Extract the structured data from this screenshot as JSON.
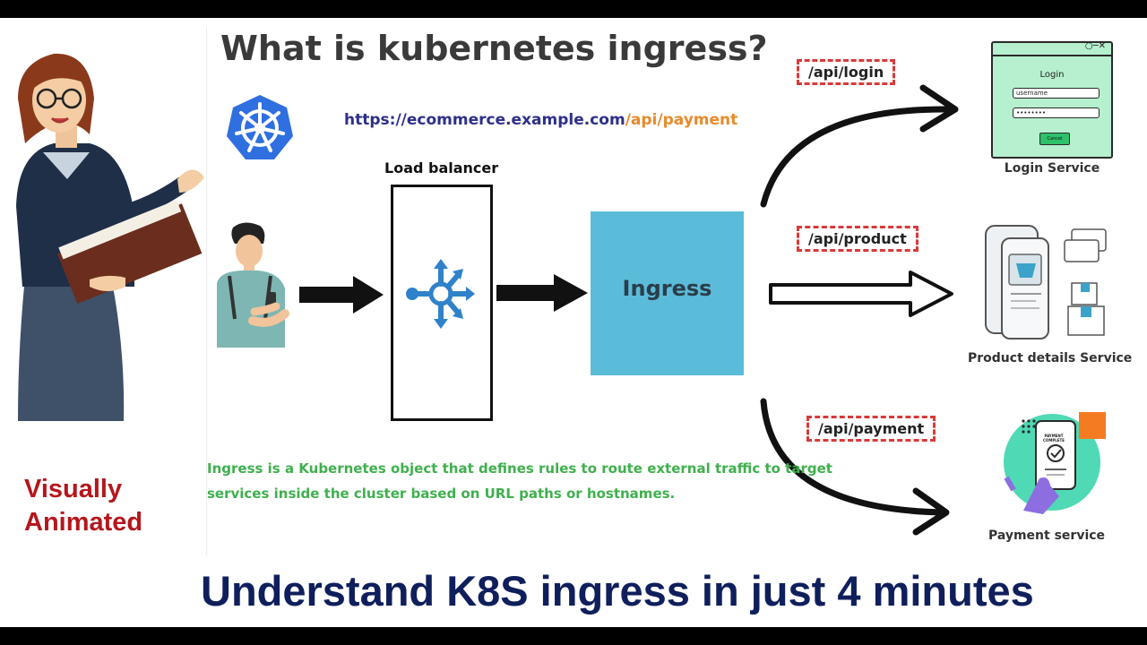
{
  "title": "What is kubernetes ingress?",
  "url": {
    "base": "https://ecommerce.example.com",
    "path": "/api/payment"
  },
  "load_balancer": {
    "label": "Load balancer"
  },
  "ingress": {
    "label": "Ingress"
  },
  "routes": [
    {
      "path": "/api/login",
      "service": "Login Service"
    },
    {
      "path": "/api/product",
      "service": "Product details Service"
    },
    {
      "path": "/api/payment",
      "service": "Payment service"
    }
  ],
  "login_window": {
    "title": "Login",
    "username_placeholder": "username",
    "password_value": "••••••••",
    "button_label": "Cancel"
  },
  "payment_phone": {
    "text": "PAYMENT COMPLETE"
  },
  "description": "Ingress is a Kubernetes object that defines rules to route external traffic to target services inside the cluster based on URL paths or hostnames.",
  "badge": {
    "line1": "Visually",
    "line2": "Animated"
  },
  "headline": "Understand K8S ingress in just 4 minutes",
  "colors": {
    "ingress_fill": "#5bbcd9",
    "route_border": "#d83a3a",
    "description_text": "#3fb04e",
    "url_base": "#2e2f8a",
    "url_path": "#e98a2a",
    "headline_text": "#0f1f5c",
    "badge_text": "#b4171c"
  },
  "icons": {
    "k8s_logo": "kubernetes-helm-wheel-icon",
    "load_balancer": "load-balancer-split-arrows-icon",
    "user": "user-with-phone-illustration",
    "teacher": "teacher-holding-book-illustration",
    "product": "mobile-shopping-illustration",
    "payment": "payment-complete-phone-illustration"
  }
}
